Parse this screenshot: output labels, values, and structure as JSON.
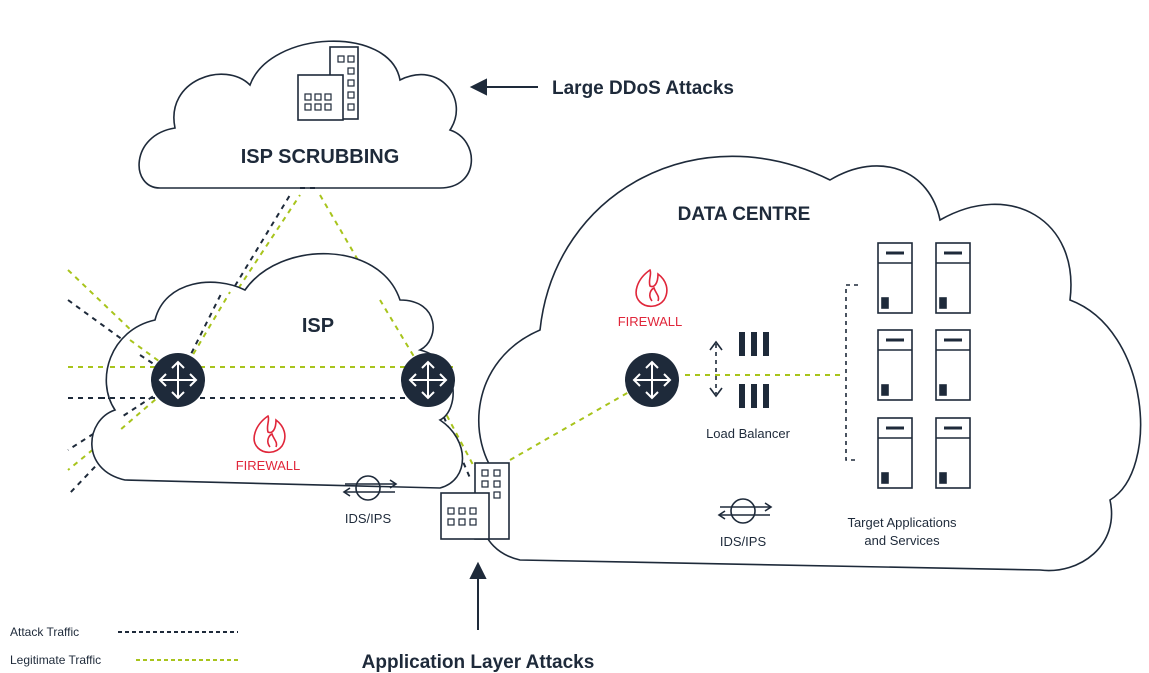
{
  "labels": {
    "isp_scrubbing": "ISP SCRUBBING",
    "data_centre": "DATA CENTRE",
    "isp": "ISP",
    "firewall_isp": "FIREWALL",
    "firewall_dc": "FIREWALL",
    "ids_ips_isp": "IDS/IPS",
    "ids_ips_dc": "IDS/IPS",
    "load_balancer": "Load Balancer",
    "target_line1": "Target Applications",
    "target_line2": "and Services",
    "large_ddos": "Large DDoS Attacks",
    "app_layer": "Application Layer Attacks"
  },
  "legend": {
    "attack": "Attack Traffic",
    "legitimate": "Legitimate Traffic"
  },
  "colors": {
    "navy": "#1e2a3a",
    "green": "#a8c41c",
    "red": "#e0263a"
  },
  "icons": [
    "building-icon",
    "router-icon",
    "flame-icon",
    "ids-ips-icon",
    "server-icon",
    "arrow-icon"
  ]
}
